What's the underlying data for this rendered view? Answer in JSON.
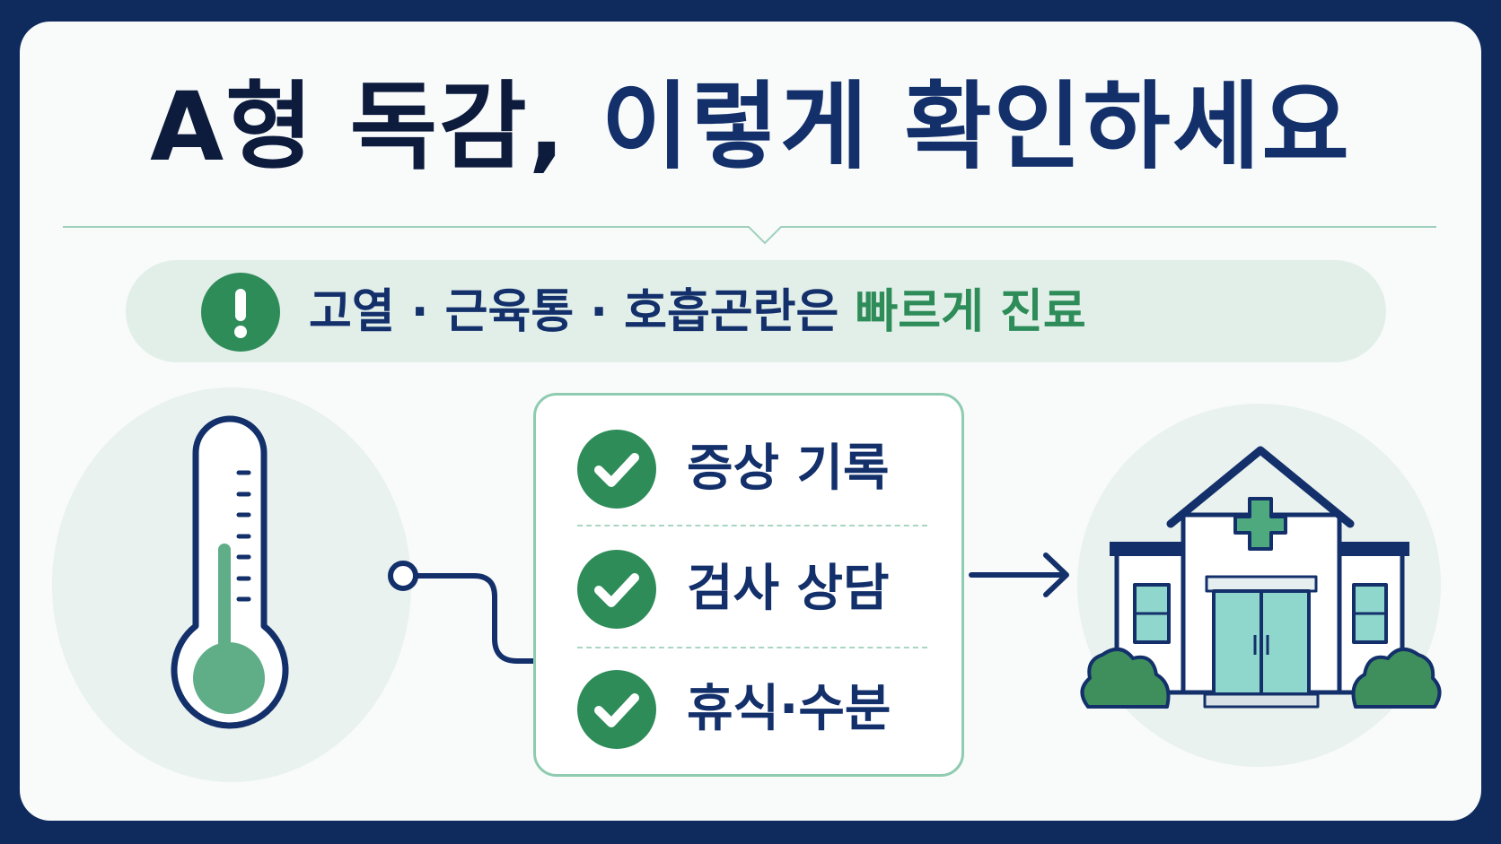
{
  "title": {
    "part1": "A형 독감, ",
    "part2": "이렇게 확인하세요"
  },
  "banner": {
    "text_main": "고열 · 근육통 · 호흡곤란은 ",
    "text_highlight": "빠르게 진료",
    "icon": "exclamation-icon"
  },
  "checklist": [
    {
      "label": "증상 기록",
      "icon": "check-icon"
    },
    {
      "label": "검사 상담",
      "icon": "check-icon"
    },
    {
      "label": "휴식·수분",
      "icon": "check-icon"
    }
  ],
  "icons": {
    "left": "thermometer-icon",
    "right": "hospital-icon",
    "arrow": "arrow-right-icon"
  },
  "colors": {
    "navy": "#13306b",
    "frame": "#0f2a5c",
    "green": "#2e8c59",
    "mint": "#e2efe9",
    "teal_glass": "#8fd6cc"
  }
}
